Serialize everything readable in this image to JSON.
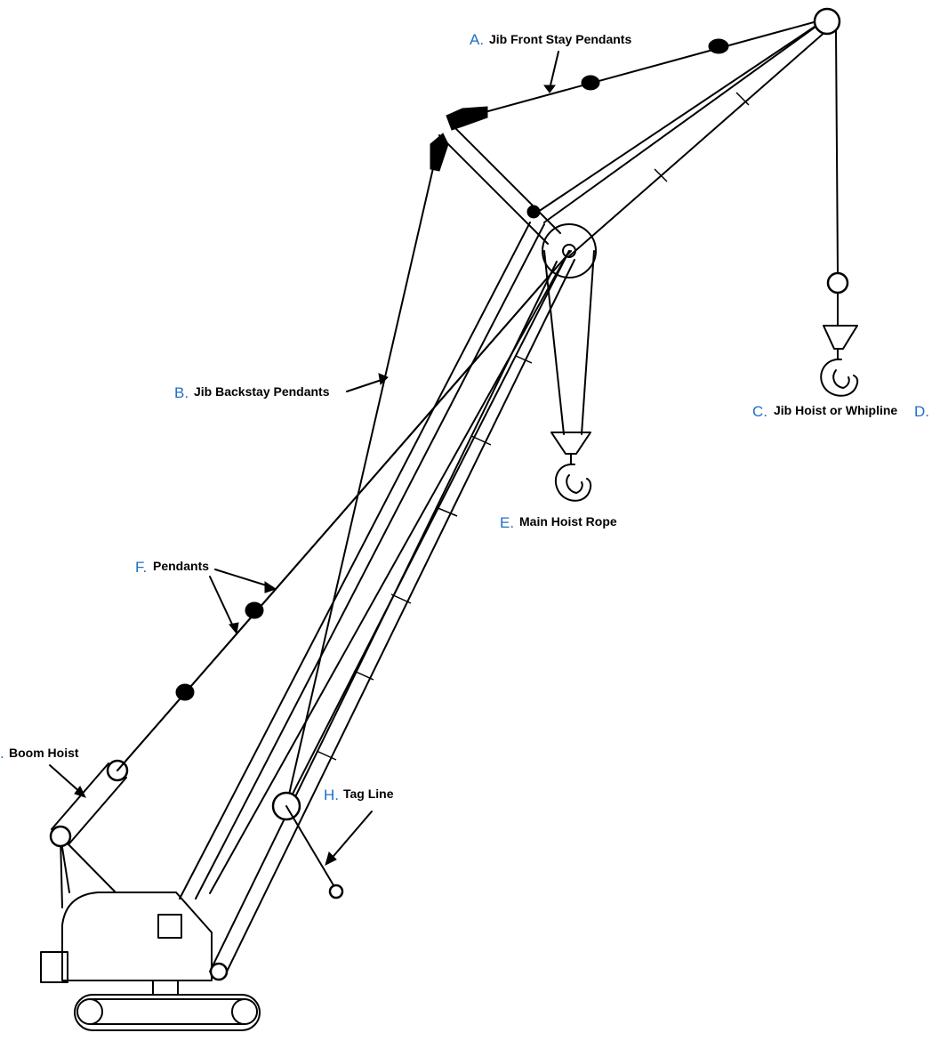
{
  "labels": {
    "a": {
      "letter": "A.",
      "text": "Jib Front Stay Pendants"
    },
    "b": {
      "letter": "B.",
      "text": "Jib Backstay Pendants"
    },
    "c": {
      "letter": "C.",
      "text": "Jib Hoist or Whipline",
      "suffix": "D."
    },
    "e": {
      "letter": "E.",
      "text": "Main Hoist Rope"
    },
    "f": {
      "letter": "F.",
      "text": "Pendants"
    },
    "g": {
      "letter": ".",
      "text": "Boom Hoist"
    },
    "h": {
      "letter": "H.",
      "text": "Tag Line"
    }
  },
  "colors": {
    "letter": "#1f6fc5",
    "line": "#000000",
    "background": "#ffffff"
  }
}
